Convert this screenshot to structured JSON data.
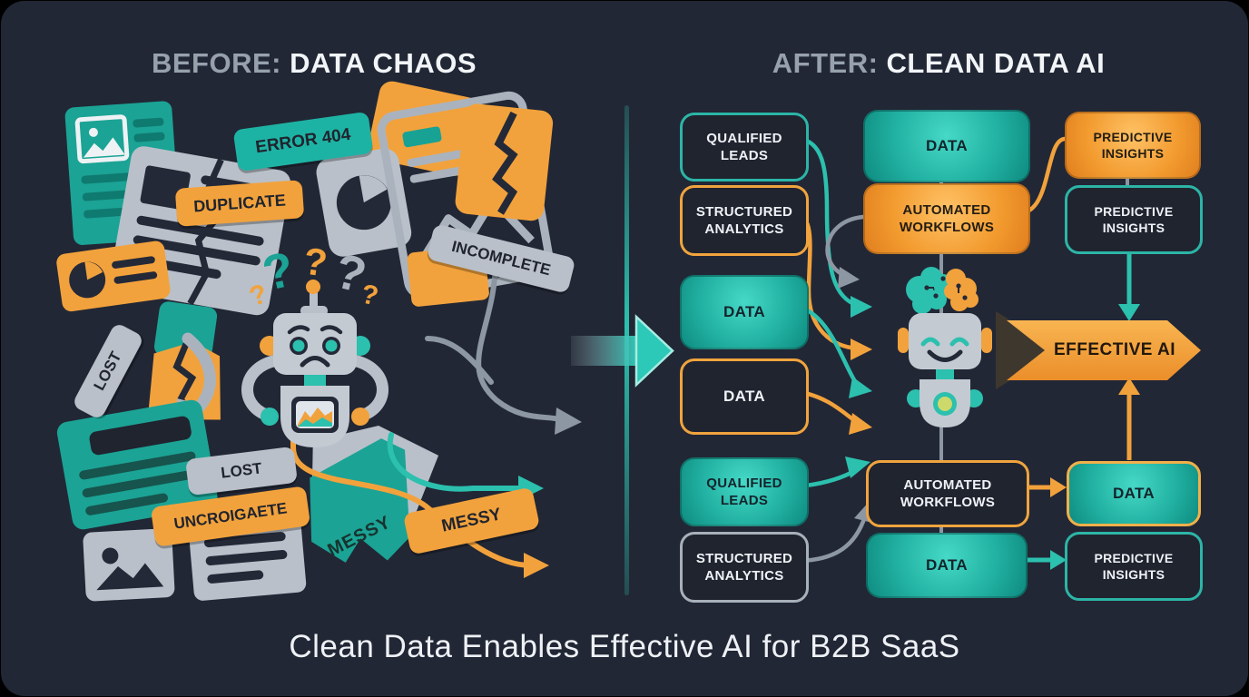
{
  "titles": {
    "before_label": "BEFORE:",
    "before_title": " DATA CHAOS",
    "after_label": "AFTER:",
    "after_title": " CLEAN DATA AI"
  },
  "caption": "Clean Data Enables Effective AI for B2B SaaS",
  "chaos": {
    "qmark": "?",
    "labels": {
      "error": "ERROR 404",
      "duplicate": "DUPLICATE",
      "incomplete": "INCOMPLETE",
      "lost_a": "LOST",
      "lost_b": "LOST",
      "uncroigate": "UNCROIGAETE",
      "messy_teal": "MESSY",
      "messy_orange": "MESSY"
    },
    "icons": [
      "contact-card-icon",
      "broken-document-icon",
      "pie-chart-icon",
      "browser-chart-icon",
      "cracked-square-icon",
      "folder-icon",
      "torn-paper-icon",
      "image-placeholder-icon",
      "document-icon",
      "curved-arrow-icon",
      "tangled-wires-icon",
      "confused-robot-icon",
      "question-mark-icon"
    ]
  },
  "flow": {
    "col1": [
      {
        "label": "QUALIFIED LEADS"
      },
      {
        "label": "STRUCTURED ANALYTICS"
      },
      {
        "label": "DATA"
      },
      {
        "label": "DATA"
      },
      {
        "label": "QUALIFIED LEADS"
      },
      {
        "label": "STRUCTURED ANALYTICS"
      }
    ],
    "col2": [
      {
        "label": "DATA"
      },
      {
        "label": "AUTOMATED WORKFLOWS"
      },
      {
        "label": "AUTOMATED WORKFLOWS"
      },
      {
        "label": "DATA"
      }
    ],
    "col3": [
      {
        "label": "PREDICTIVE INSIGHTS"
      },
      {
        "label": "PREDICTIVE INSIGHTS"
      },
      {
        "label": "DATA"
      },
      {
        "label": "PREDICTIVE INSIGHTS"
      }
    ],
    "banner": "EFFECTIVE AI",
    "icons": [
      "happy-robot-icon",
      "circuit-brain-icon",
      "flow-arrow-icon",
      "divider-arrow-icon"
    ]
  },
  "colors": {
    "background": "#222735",
    "teal": "#2cc0ae",
    "orange": "#f2a23c",
    "gray": "#b9c0c9",
    "dark_text": "#20242e",
    "light_text": "#f2f5f8",
    "muted_label": "#97a1ad"
  }
}
